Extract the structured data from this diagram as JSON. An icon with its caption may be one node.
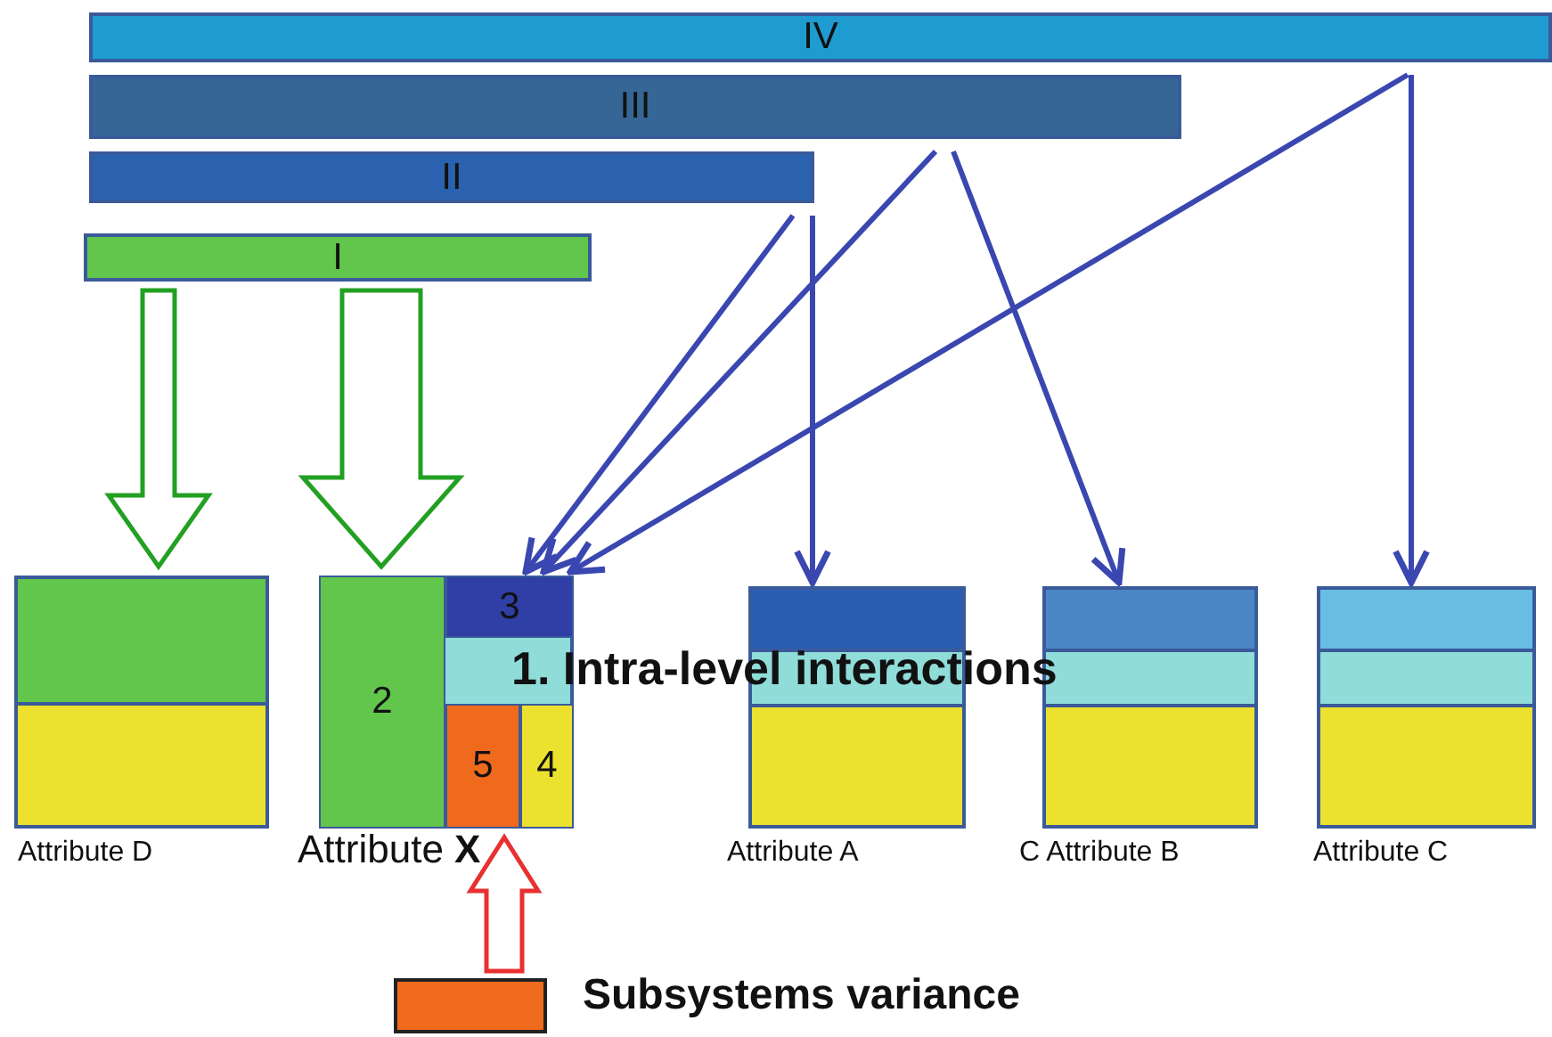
{
  "diagram": {
    "nodes": [
      {
        "text": [
          "IV"
        ]
      },
      {
        "text": [
          "III"
        ]
      },
      {
        "text": [
          "II"
        ]
      },
      {
        "text": [
          "I"
        ]
      },
      {
        "text": [],
        "shape": "box",
        "beside": [
          "Attribute D"
        ]
      },
      {
        "text": [],
        "shape": "box",
        "beside": [
          "Attribute **X**"
        ]
      },
      {
        "text": [
          "2"
        ],
        "in": 5
      },
      {
        "text": [
          "3"
        ],
        "in": 5
      },
      {
        "text": [
          "5"
        ],
        "in": 5
      },
      {
        "text": [
          "4"
        ],
        "in": 5
      },
      {
        "text": [],
        "shape": "box",
        "beside": [
          "Attribute A"
        ]
      },
      {
        "text": [],
        "shape": "box",
        "beside": [
          "C Attribute B"
        ]
      },
      {
        "text": [],
        "shape": "box",
        "beside": [
          "Attribute C"
        ]
      },
      {
        "text": [],
        "shape": "box",
        "beside": [
          "Subsystems variance"
        ]
      }
    ],
    "edges": [
      {
        "from": 3,
        "to": 4,
        "arrow": "to",
        "style": "thick",
        "color": "#22a022"
      },
      {
        "from": 3,
        "to": 5,
        "arrow": "to",
        "style": "thick",
        "color": "#22a022"
      },
      {
        "from": 2,
        "to": 5,
        "arrow": "to"
      },
      {
        "from": 2,
        "to": 10,
        "arrow": "to"
      },
      {
        "from": 1,
        "to": 5,
        "arrow": "to"
      },
      {
        "from": 1,
        "to": 11,
        "arrow": "to"
      },
      {
        "from": 0,
        "to": 5,
        "arrow": "to"
      },
      {
        "from": 0,
        "to": 12,
        "arrow": "to"
      },
      {
        "from": 13,
        "to": 5,
        "arrow": "to",
        "style": "thick",
        "color": "#e83030"
      }
    ],
    "labels": [
      "1. Intra-level interactions"
    ]
  }
}
